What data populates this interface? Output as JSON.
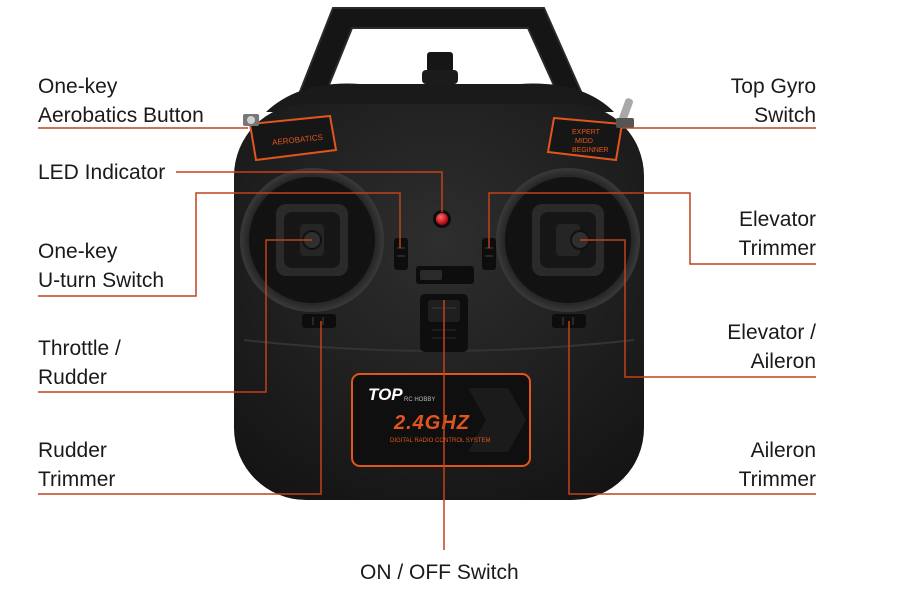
{
  "callouts": {
    "aerobatics_button": {
      "line1": "One-key",
      "line2": "Aerobatics Button"
    },
    "top_gyro_switch": {
      "line1": "Top Gyro",
      "line2": "Switch"
    },
    "led_indicator": {
      "line1": "LED Indicator"
    },
    "uturn_switch": {
      "line1": "One-key",
      "line2": "U-turn Switch"
    },
    "elevator_trimmer": {
      "line1": "Elevator",
      "line2": "Trimmer"
    },
    "throttle_rudder": {
      "line1": "Throttle /",
      "line2": "Rudder"
    },
    "elevator_aileron": {
      "line1": "Elevator /",
      "line2": "Aileron"
    },
    "rudder_trimmer": {
      "line1": "Rudder",
      "line2": "Trimmer"
    },
    "aileron_trimmer": {
      "line1": "Aileron",
      "line2": "Trimmer"
    },
    "power_switch": {
      "line1": "ON / OFF Switch"
    }
  },
  "device": {
    "aerobatics_badge": "AEROBATICS",
    "mode_labels": [
      "EXPERT",
      "MIDD",
      "BEGINNER"
    ],
    "brand": "TOP",
    "brand_sub": "RC HOBBY",
    "frequency": "2.4GHZ",
    "system_text": "DIGITAL RADIO CONTROL SYSTEM"
  },
  "colors": {
    "leader_line": "#c2421b",
    "body": "#1c1c1c",
    "accent": "#e0561d",
    "led": "#d8141c"
  }
}
